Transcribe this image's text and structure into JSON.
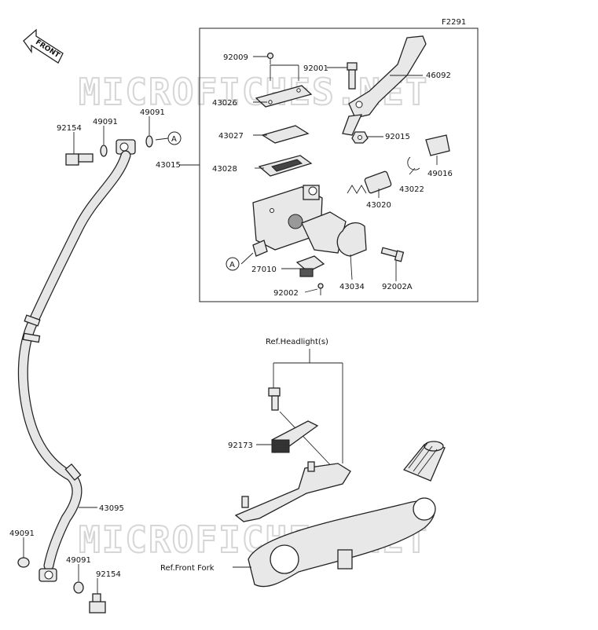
{
  "diagram_code": "F2291",
  "front_arrow": "FRONT",
  "watermark": "MICROFICHES.NET",
  "refs": {
    "headlight": "Ref.Headlight(s)",
    "front_fork": "Ref.Front Fork"
  },
  "callout_a": "A",
  "parts": {
    "p92009": "92009",
    "p92001": "92001",
    "p46092": "46092",
    "p43026": "43026",
    "p43027": "43027",
    "p43015": "43015",
    "p43028": "43028",
    "p92015": "92015",
    "p49016": "49016",
    "p43022": "43022",
    "p43020": "43020",
    "p27010": "27010",
    "p43034": "43034",
    "p92002": "92002",
    "p92002A": "92002A",
    "p92154_top": "92154",
    "p49091_top1": "49091",
    "p49091_top2": "49091",
    "p92173": "92173",
    "p43095": "43095",
    "p49091_bot1": "49091",
    "p49091_bot2": "49091",
    "p92154_bot": "92154"
  }
}
